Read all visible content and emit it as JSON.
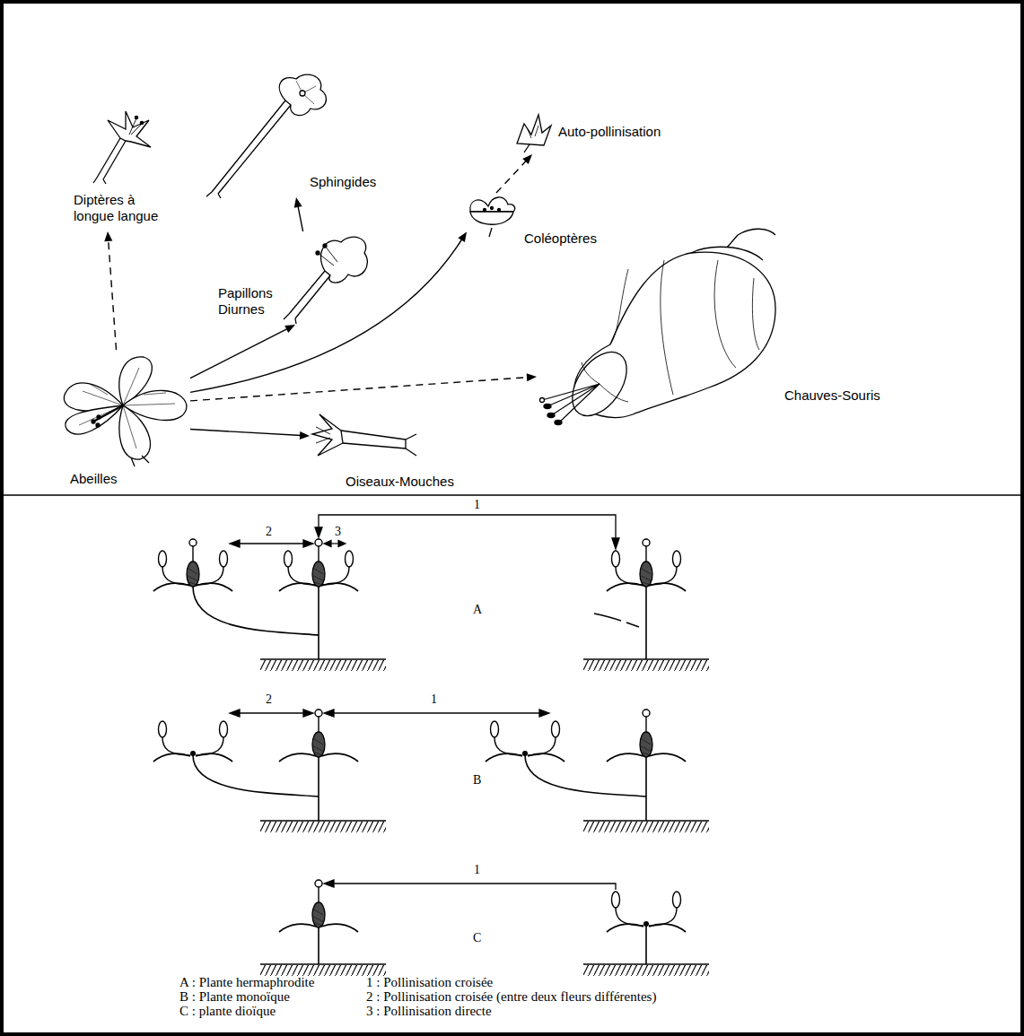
{
  "diagram": {
    "nodes": [
      {
        "text": [
          "Diptères à longue langue"
        ]
      },
      {
        "text": [
          "Sphingides"
        ]
      },
      {
        "text": [
          "Auto-pollinisation"
        ]
      },
      {
        "text": [
          "Papillons Diurnes"
        ]
      },
      {
        "text": [
          "Coléoptères"
        ]
      },
      {
        "text": [
          "Chauves-Souris"
        ]
      },
      {
        "text": [
          "Abeilles"
        ]
      },
      {
        "text": [
          "Oiseaux-Mouches"
        ]
      }
    ],
    "edges": [
      {
        "from": 6,
        "to": 0,
        "arrow": "to"
      },
      {
        "from": 6,
        "to": 3,
        "arrow": "to"
      },
      {
        "from": 3,
        "to": 1,
        "arrow": "to"
      },
      {
        "from": 6,
        "to": 4,
        "arrow": "to"
      },
      {
        "from": 4,
        "to": 2,
        "arrow": "to"
      },
      {
        "from": 6,
        "to": 5,
        "arrow": "to"
      },
      {
        "from": 6,
        "to": 7,
        "arrow": "to"
      }
    ],
    "labels": [
      "1",
      "2",
      "3",
      "A",
      "2",
      "1",
      "B",
      "1",
      "C"
    ],
    "legend": [
      {
        "text": "A : Plante hermaphrodite"
      },
      {
        "text": "1 : Pollinisation croisée"
      },
      {
        "text": "B : Plante monoïque"
      },
      {
        "text": "2 : Pollinisation croisée (entre deux fleurs différentes)"
      },
      {
        "text": "C : plante dioïque"
      },
      {
        "text": "3 : Pollinisation directe"
      }
    ]
  }
}
